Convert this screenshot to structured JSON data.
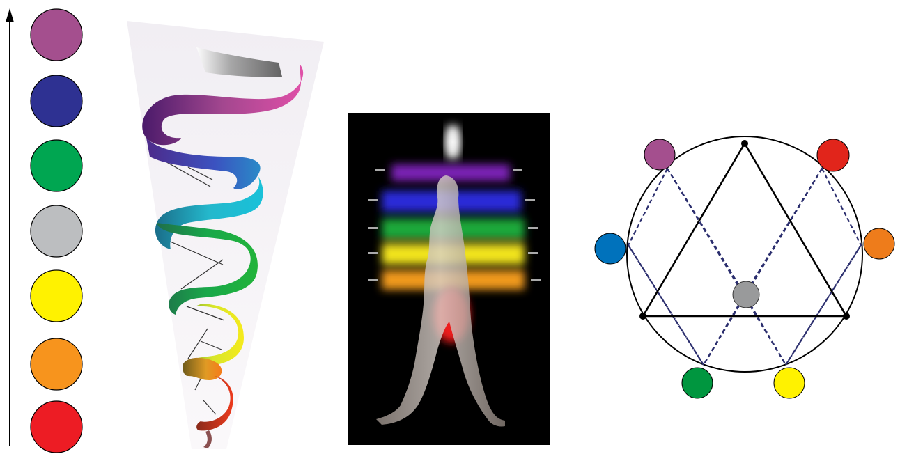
{
  "colors": {
    "violet": "#A44F8E",
    "indigo": "#2E3192",
    "green": "#00A651",
    "gray": "#BCBEC0",
    "yellow": "#FFF200",
    "orange": "#F7941D",
    "red": "#ED1C24",
    "blue": "#0072BC",
    "dash": "#2B2E6E"
  },
  "scale": {
    "arrow": "up-arrow",
    "circles": [
      "violet",
      "indigo",
      "green",
      "gray",
      "yellow",
      "orange",
      "red"
    ]
  },
  "spiral": {
    "bands": [
      "gray",
      "violet",
      "indigo",
      "cyan",
      "green",
      "yellow",
      "orange",
      "red"
    ]
  },
  "figure": {
    "bands": [
      "violet",
      "indigo",
      "green",
      "yellow",
      "orange",
      "red"
    ]
  },
  "circle": {
    "outer_dots": [
      "violet",
      "red",
      "blue",
      "orange",
      "green",
      "yellow"
    ],
    "center_dot": "gray"
  }
}
